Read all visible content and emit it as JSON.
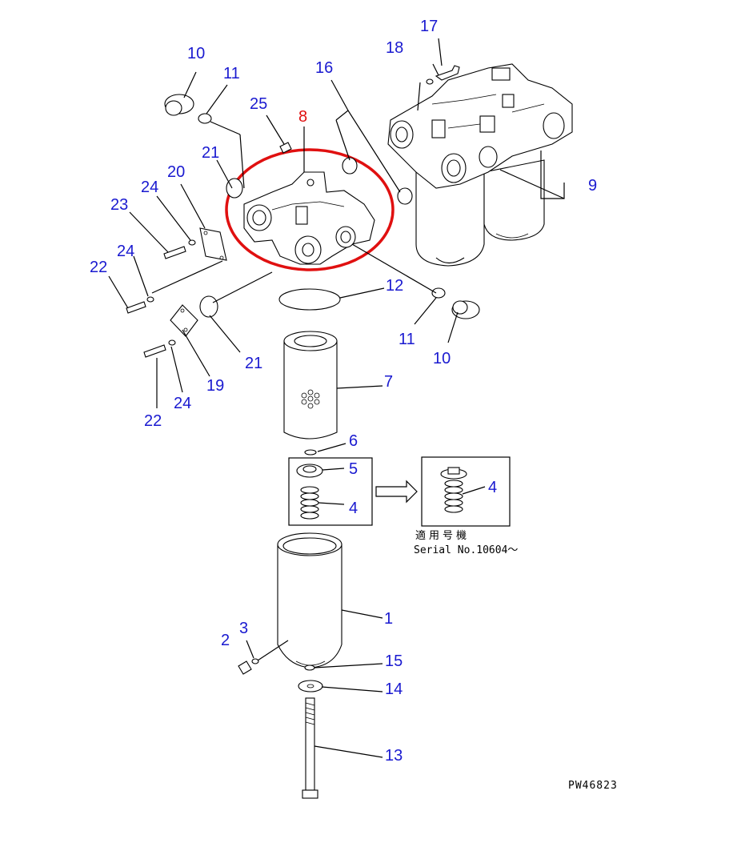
{
  "labels": {
    "l1": "1",
    "l2": "2",
    "l3": "3",
    "l4a": "4",
    "l4b": "4",
    "l5": "5",
    "l6": "6",
    "l7": "7",
    "l8": "8",
    "l9": "9",
    "l10a": "10",
    "l10b": "10",
    "l11a": "11",
    "l11b": "11",
    "l12": "12",
    "l13": "13",
    "l14": "14",
    "l15": "15",
    "l16": "16",
    "l17": "17",
    "l18": "18",
    "l19": "19",
    "l20": "20",
    "l21a": "21",
    "l21b": "21",
    "l22a": "22",
    "l22b": "22",
    "l23": "23",
    "l24a": "24",
    "l24b": "24",
    "l24c": "24",
    "l25": "25"
  },
  "notes": {
    "applicable_jp": "適用号機",
    "serial": "Serial No.10604〜",
    "drawing_code": "PW46823"
  },
  "colors": {
    "label_blue": "#1a1ad0",
    "highlight_red": "#e01010"
  }
}
